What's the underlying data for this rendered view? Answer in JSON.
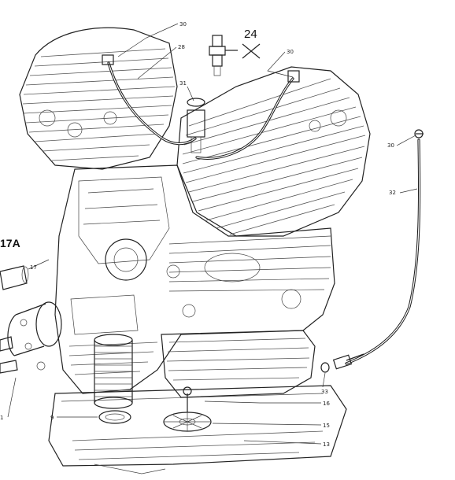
{
  "callouts": {
    "c30_top": "30",
    "c28": "28",
    "c24": "24",
    "c30_right": "30",
    "c31": "31",
    "c30_far": "30",
    "c32": "32",
    "c17a": "17A",
    "c17": "17",
    "c33": "33",
    "c16": "16",
    "c15": "15",
    "c13": "13",
    "c9": "9",
    "c1": "1"
  }
}
